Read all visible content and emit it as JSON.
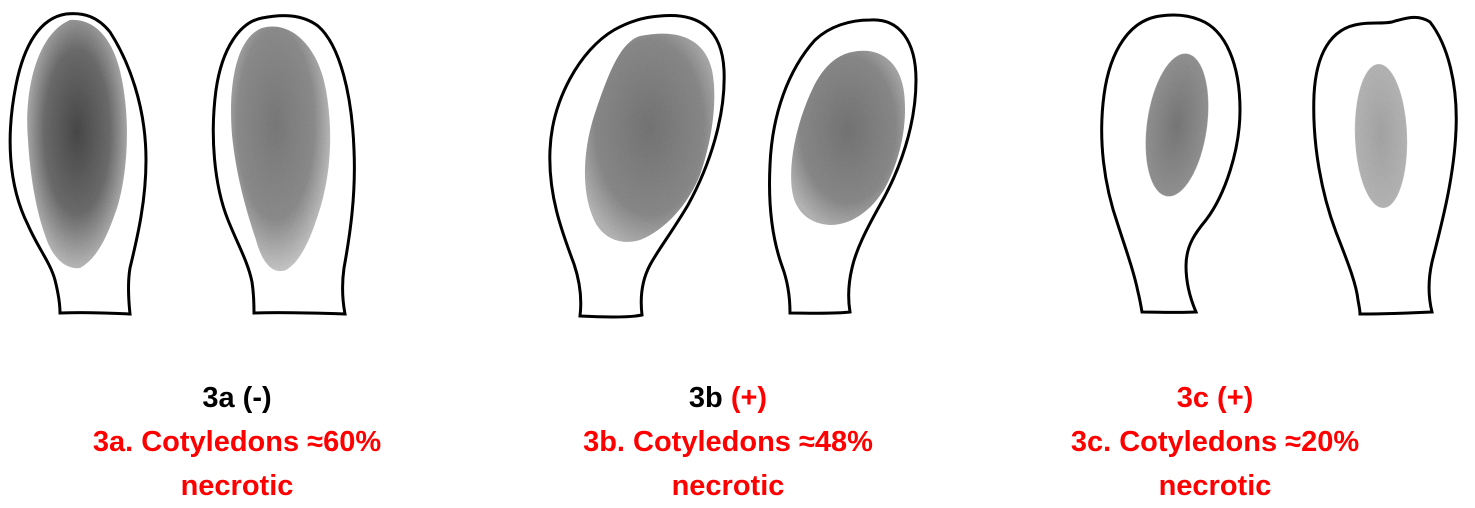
{
  "colors": {
    "outline": "#000000",
    "label_black": "#000000",
    "label_red": "#ff0000",
    "necrosis_dark": "#5f5f5f",
    "necrosis_mid": "#8a8a8a",
    "necrosis_light": "#b8b8b8"
  },
  "panels": [
    {
      "id": "3a",
      "label_code": "3a",
      "label_sign": "(-)",
      "sign_color": "black",
      "description_line1": "3a. Cotyledons ≈60%",
      "description_line2": "necrotic",
      "necrotic_percent": 60
    },
    {
      "id": "3b",
      "label_code": "3b",
      "label_sign": "(+)",
      "sign_color": "red",
      "description_line1": "3b. Cotyledons ≈48%",
      "description_line2": "necrotic",
      "necrotic_percent": 48
    },
    {
      "id": "3c",
      "label_code": "3c",
      "label_sign": "(+)",
      "sign_color": "red",
      "description_line1": "3c. Cotyledons ≈20%",
      "description_line2": "necrotic",
      "necrotic_percent": 20
    }
  ]
}
